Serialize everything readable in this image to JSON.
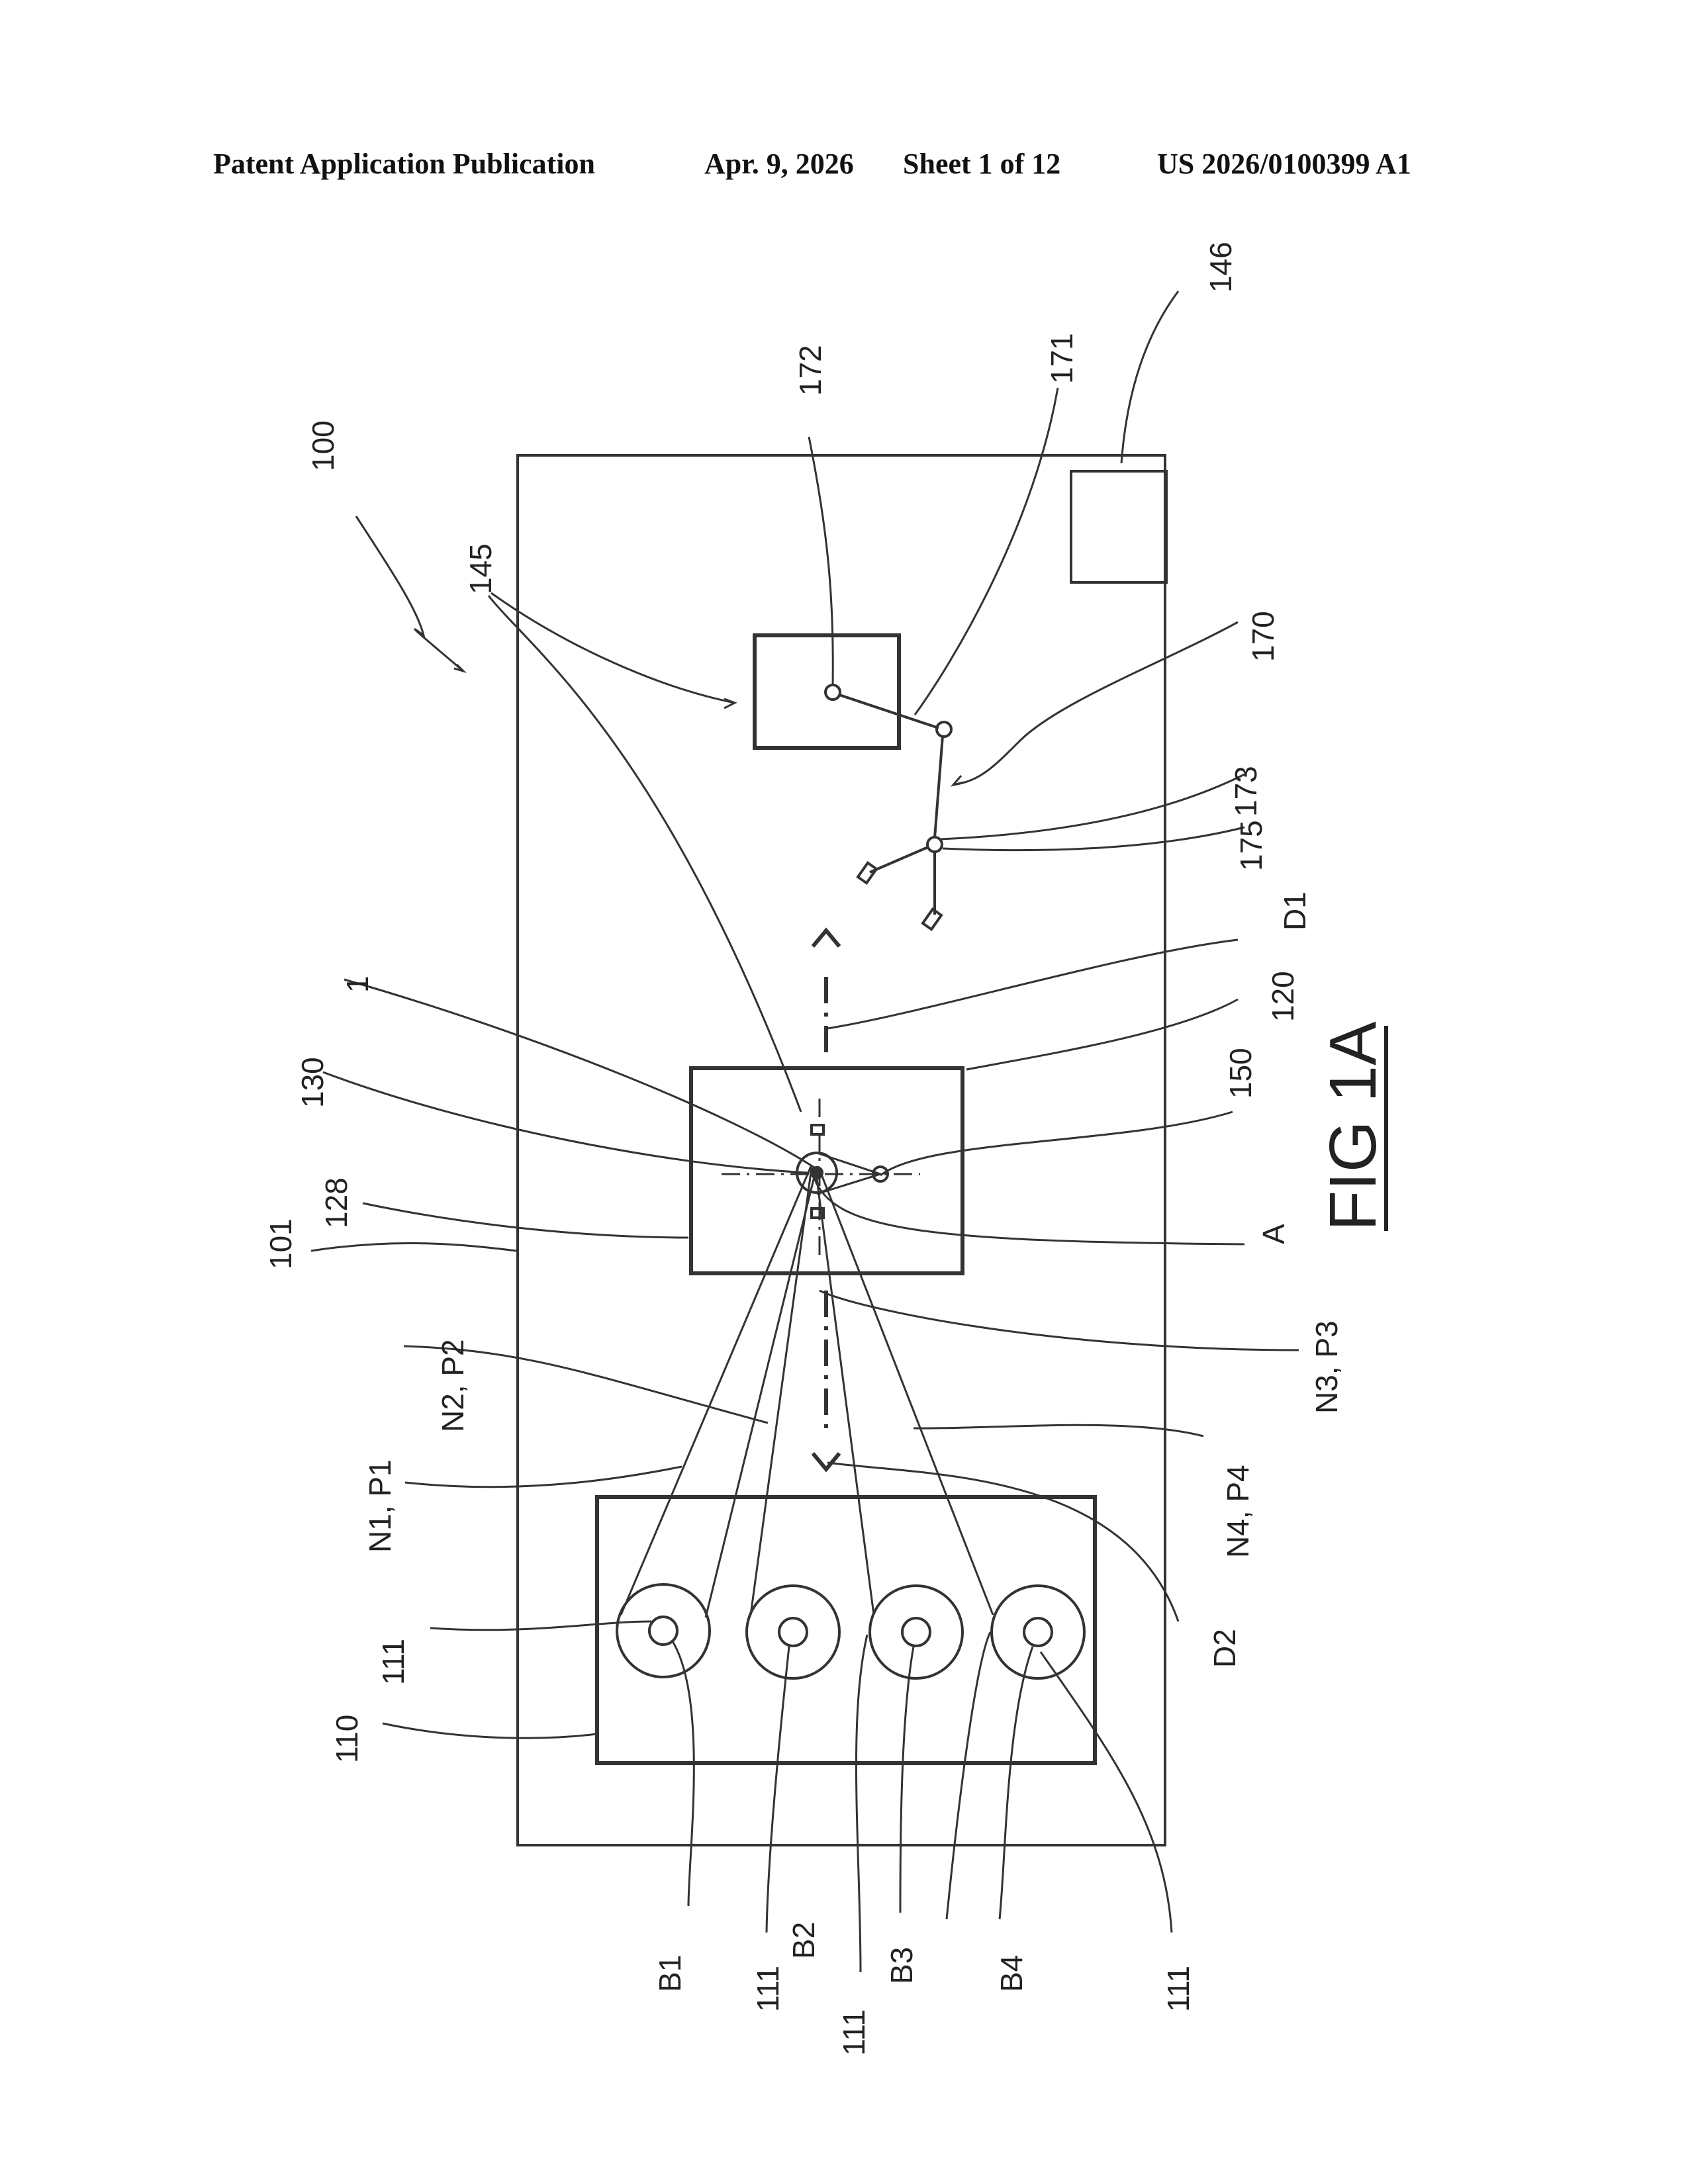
{
  "header": {
    "publication": "Patent Application Publication",
    "date": "Apr. 9, 2026",
    "sheet": "Sheet 1 of 12",
    "number": "US 2026/0100399 A1"
  },
  "figure": {
    "caption": "FIG 1A",
    "labels": {
      "l100": "100",
      "l101": "101",
      "l110": "110",
      "l111a": "111",
      "l111b": "111",
      "l111c": "111",
      "l111d": "111",
      "l120": "120",
      "l128": "128",
      "l130": "130",
      "l1": "1",
      "l145": "145",
      "l146": "146",
      "l150": "150",
      "l170": "170",
      "l171": "171",
      "l172": "172",
      "l173": "173",
      "l175": "175",
      "lA": "A",
      "lD1": "D1",
      "lD2": "D2",
      "lN1P1": "N1, P1",
      "lN2P2": "N2, P2",
      "lN3P3": "N3, P3",
      "lN4P4": "N4, P4",
      "lB1": "B1",
      "lB2": "B2",
      "lB3": "B3",
      "lB4": "B4"
    }
  }
}
